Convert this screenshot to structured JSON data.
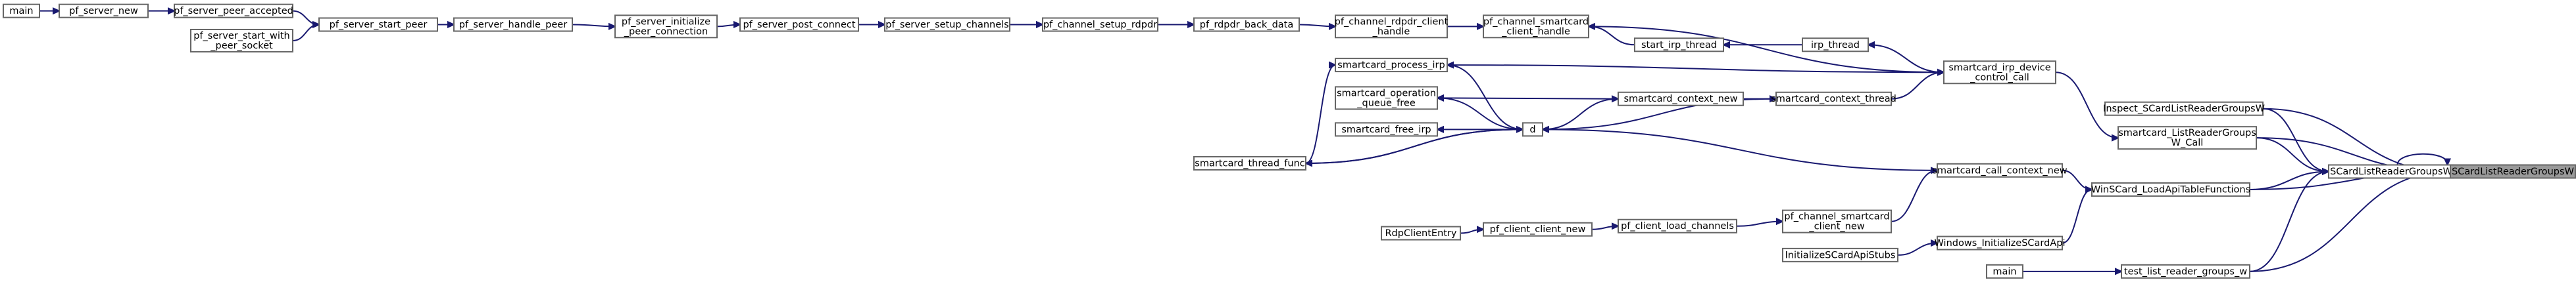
{
  "graph": {
    "nodes": [
      {
        "id": "main1",
        "lines": [
          "main"
        ]
      },
      {
        "id": "pf_server_new",
        "lines": [
          "pf_server_new"
        ]
      },
      {
        "id": "pf_server_peer_accepted",
        "lines": [
          "pf_server_peer_accepted"
        ]
      },
      {
        "id": "pf_server_start_with_peer_socket",
        "lines": [
          "pf_server_start_with",
          "_peer_socket"
        ]
      },
      {
        "id": "pf_server_start_peer",
        "lines": [
          "pf_server_start_peer"
        ]
      },
      {
        "id": "pf_server_handle_peer",
        "lines": [
          "pf_server_handle_peer"
        ]
      },
      {
        "id": "pf_server_initialize_peer_connection",
        "lines": [
          "pf_server_initialize",
          "_peer_connection"
        ]
      },
      {
        "id": "pf_server_post_connect",
        "lines": [
          "pf_server_post_connect"
        ]
      },
      {
        "id": "pf_server_setup_channels",
        "lines": [
          "pf_server_setup_channels"
        ]
      },
      {
        "id": "pf_channel_setup_rdpdr",
        "lines": [
          "pf_channel_setup_rdpdr"
        ]
      },
      {
        "id": "pf_rdpdr_back_data",
        "lines": [
          "pf_rdpdr_back_data"
        ]
      },
      {
        "id": "pf_channel_rdpdr_client_handle",
        "lines": [
          "pf_channel_rdpdr_client",
          "_handle"
        ]
      },
      {
        "id": "pf_channel_smartcard_client_handle",
        "lines": [
          "pf_channel_smartcard",
          "_client_handle"
        ]
      },
      {
        "id": "start_irp_thread",
        "lines": [
          "start_irp_thread"
        ]
      },
      {
        "id": "irp_thread",
        "lines": [
          "irp_thread"
        ]
      },
      {
        "id": "smartcard_process_irp",
        "lines": [
          "smartcard_process_irp"
        ]
      },
      {
        "id": "smartcard_operation_queue_free",
        "lines": [
          "smartcard_operation",
          "_queue_free"
        ]
      },
      {
        "id": "smartcard_free_irp",
        "lines": [
          "smartcard_free_irp"
        ]
      },
      {
        "id": "smartcard_thread_func",
        "lines": [
          "smartcard_thread_func"
        ]
      },
      {
        "id": "smartcard_context_new",
        "lines": [
          "smartcard_context_new"
        ]
      },
      {
        "id": "smartcard_context_thread",
        "lines": [
          "smartcard_context_thread"
        ]
      },
      {
        "id": "smartcard_irp_device_control_call",
        "lines": [
          "smartcard_irp_device",
          "_control_call"
        ]
      },
      {
        "id": "d",
        "lines": [
          "d"
        ]
      },
      {
        "id": "smartcard_call_context_new",
        "lines": [
          "smartcard_call_context_new"
        ]
      },
      {
        "id": "RdpClientEntry",
        "lines": [
          "RdpClientEntry"
        ]
      },
      {
        "id": "pf_client_client_new",
        "lines": [
          "pf_client_client_new"
        ]
      },
      {
        "id": "pf_client_load_channels",
        "lines": [
          "pf_client_load_channels"
        ]
      },
      {
        "id": "pf_channel_smartcard_client_new",
        "lines": [
          "pf_channel_smartcard",
          "_client_new"
        ]
      },
      {
        "id": "InitializeSCardApiStubs",
        "lines": [
          "InitializeSCardApiStubs"
        ]
      },
      {
        "id": "Windows_InitializeSCardApi",
        "lines": [
          "Windows_InitializeSCardApi"
        ]
      },
      {
        "id": "main2",
        "lines": [
          "main"
        ]
      },
      {
        "id": "test_list_reader_groups_w",
        "lines": [
          "test_list_reader_groups_w"
        ]
      },
      {
        "id": "WinSCard_LoadApiTableFunctions",
        "lines": [
          "WinSCard_LoadApiTableFunctions"
        ]
      },
      {
        "id": "Inspect_SCardListReaderGroupsW",
        "lines": [
          "Inspect_SCardListReaderGroupsW"
        ]
      },
      {
        "id": "smartcard_ListReaderGroupsW_Call",
        "lines": [
          "smartcard_ListReaderGroups",
          "W_Call"
        ]
      },
      {
        "id": "SCardListReaderGroupsW_inner",
        "lines": [
          "SCardListReaderGroupsW"
        ]
      },
      {
        "id": "SCardListReaderGroupsW_root",
        "lines": [
          "SCardListReaderGroupsW"
        ]
      }
    ],
    "edges": [
      {
        "from": "main1",
        "to": "pf_server_new"
      },
      {
        "from": "pf_server_new",
        "to": "pf_server_peer_accepted"
      },
      {
        "from": "pf_server_peer_accepted",
        "to": "pf_server_start_peer"
      },
      {
        "from": "pf_server_start_with_peer_socket",
        "to": "pf_server_start_peer"
      },
      {
        "from": "pf_server_start_peer",
        "to": "pf_server_handle_peer"
      },
      {
        "from": "pf_server_handle_peer",
        "to": "pf_server_initialize_peer_connection"
      },
      {
        "from": "pf_server_initialize_peer_connection",
        "to": "pf_server_post_connect"
      },
      {
        "from": "pf_server_post_connect",
        "to": "pf_server_setup_channels"
      },
      {
        "from": "pf_server_setup_channels",
        "to": "pf_channel_setup_rdpdr"
      },
      {
        "from": "pf_channel_setup_rdpdr",
        "to": "pf_rdpdr_back_data"
      },
      {
        "from": "pf_rdpdr_back_data",
        "to": "pf_channel_rdpdr_client_handle"
      },
      {
        "from": "pf_channel_rdpdr_client_handle",
        "to": "pf_channel_smartcard_client_handle"
      },
      {
        "from": "pf_channel_smartcard_client_handle",
        "to": "smartcard_irp_device_control_call"
      },
      {
        "from": "start_irp_thread",
        "to": "pf_channel_smartcard_client_handle"
      },
      {
        "from": "irp_thread",
        "to": "start_irp_thread"
      },
      {
        "from": "smartcard_irp_device_control_call",
        "to": "irp_thread"
      },
      {
        "from": "smartcard_process_irp",
        "to": "smartcard_irp_device_control_call"
      },
      {
        "from": "smartcard_thread_func",
        "to": "smartcard_process_irp"
      },
      {
        "from": "smartcard_context_thread",
        "to": "smartcard_irp_device_control_call"
      },
      {
        "from": "smartcard_context_new",
        "to": "smartcard_context_thread"
      },
      {
        "from": "smartcard_irp_device_control_call",
        "to": "smartcard_ListReaderGroupsW_Call"
      },
      {
        "from": "d",
        "to": "smartcard_context_new"
      },
      {
        "from": "smartcard_context_new",
        "to": "smartcard_operation_queue_free"
      },
      {
        "from": "d",
        "to": "smartcard_operation_queue_free"
      },
      {
        "from": "d",
        "to": "smartcard_free_irp"
      },
      {
        "from": "d",
        "to": "smartcard_process_irp"
      },
      {
        "from": "d",
        "to": "smartcard_thread_func"
      },
      {
        "from": "smartcard_context_thread",
        "to": "d"
      },
      {
        "from": "smartcard_call_context_new",
        "to": "d"
      },
      {
        "from": "smartcard_thread_func",
        "to": "d"
      },
      {
        "from": "smartcard_call_context_new",
        "to": "WinSCard_LoadApiTableFunctions"
      },
      {
        "from": "pf_channel_smartcard_client_new",
        "to": "smartcard_call_context_new"
      },
      {
        "from": "RdpClientEntry",
        "to": "pf_client_client_new"
      },
      {
        "from": "pf_client_client_new",
        "to": "pf_client_load_channels"
      },
      {
        "from": "pf_client_load_channels",
        "to": "pf_channel_smartcard_client_new"
      },
      {
        "from": "InitializeSCardApiStubs",
        "to": "Windows_InitializeSCardApi"
      },
      {
        "from": "Windows_InitializeSCardApi",
        "to": "WinSCard_LoadApiTableFunctions"
      },
      {
        "from": "WinSCard_LoadApiTableFunctions",
        "to": "SCardListReaderGroupsW_inner"
      },
      {
        "from": "main2",
        "to": "test_list_reader_groups_w"
      },
      {
        "from": "test_list_reader_groups_w",
        "to": "SCardListReaderGroupsW_inner"
      },
      {
        "from": "test_list_reader_groups_w",
        "to": "SCardListReaderGroupsW_root"
      },
      {
        "from": "Inspect_SCardListReaderGroupsW",
        "to": "SCardListReaderGroupsW_inner"
      },
      {
        "from": "Inspect_SCardListReaderGroupsW",
        "to": "SCardListReaderGroupsW_root"
      },
      {
        "from": "smartcard_ListReaderGroupsW_Call",
        "to": "SCardListReaderGroupsW_inner"
      },
      {
        "from": "smartcard_ListReaderGroupsW_Call",
        "to": "SCardListReaderGroupsW_root"
      },
      {
        "from": "SCardListReaderGroupsW_inner",
        "to": "SCardListReaderGroupsW_inner"
      },
      {
        "from": "SCardListReaderGroupsW_inner",
        "to": "SCardListReaderGroupsW_root"
      },
      {
        "from": "WinSCard_LoadApiTableFunctions",
        "to": "SCardListReaderGroupsW_root"
      }
    ],
    "focus_node": "SCardListReaderGroupsW_root",
    "colors": {
      "edge": "#191970",
      "node_border": "#666666",
      "focus_fill": "#999999"
    }
  }
}
